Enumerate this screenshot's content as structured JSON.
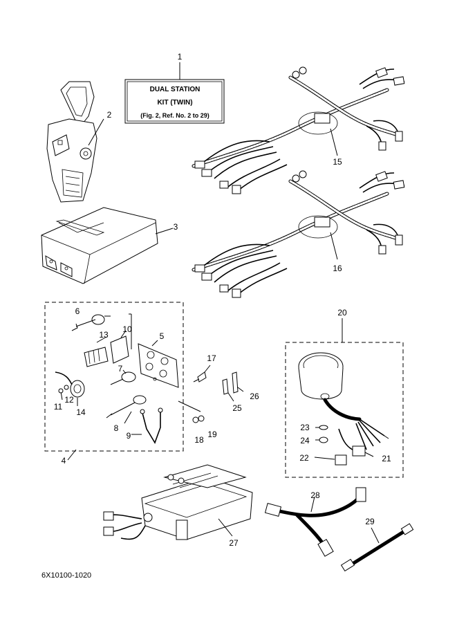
{
  "diagram": {
    "kit_box": {
      "line1": "DUAL STATION",
      "line2": "KIT (TWIN)",
      "line3": "(Fig. 2, Ref. No. 2 to 29)"
    },
    "drawing_code": "6X10100-1020",
    "callouts": {
      "c1": "1",
      "c2": "2",
      "c3": "3",
      "c4": "4",
      "c5": "5",
      "c6": "6",
      "c7": "7",
      "c8": "8",
      "c9": "9",
      "c10": "10",
      "c11": "11",
      "c12": "12",
      "c13": "13",
      "c14": "14",
      "c15": "15",
      "c16": "16",
      "c17": "17",
      "c18": "18",
      "c19": "19",
      "c20": "20",
      "c21": "21",
      "c22": "22",
      "c23": "23",
      "c24": "24",
      "c25": "25",
      "c26": "26",
      "c27": "27",
      "c28": "28",
      "c29": "29"
    }
  }
}
